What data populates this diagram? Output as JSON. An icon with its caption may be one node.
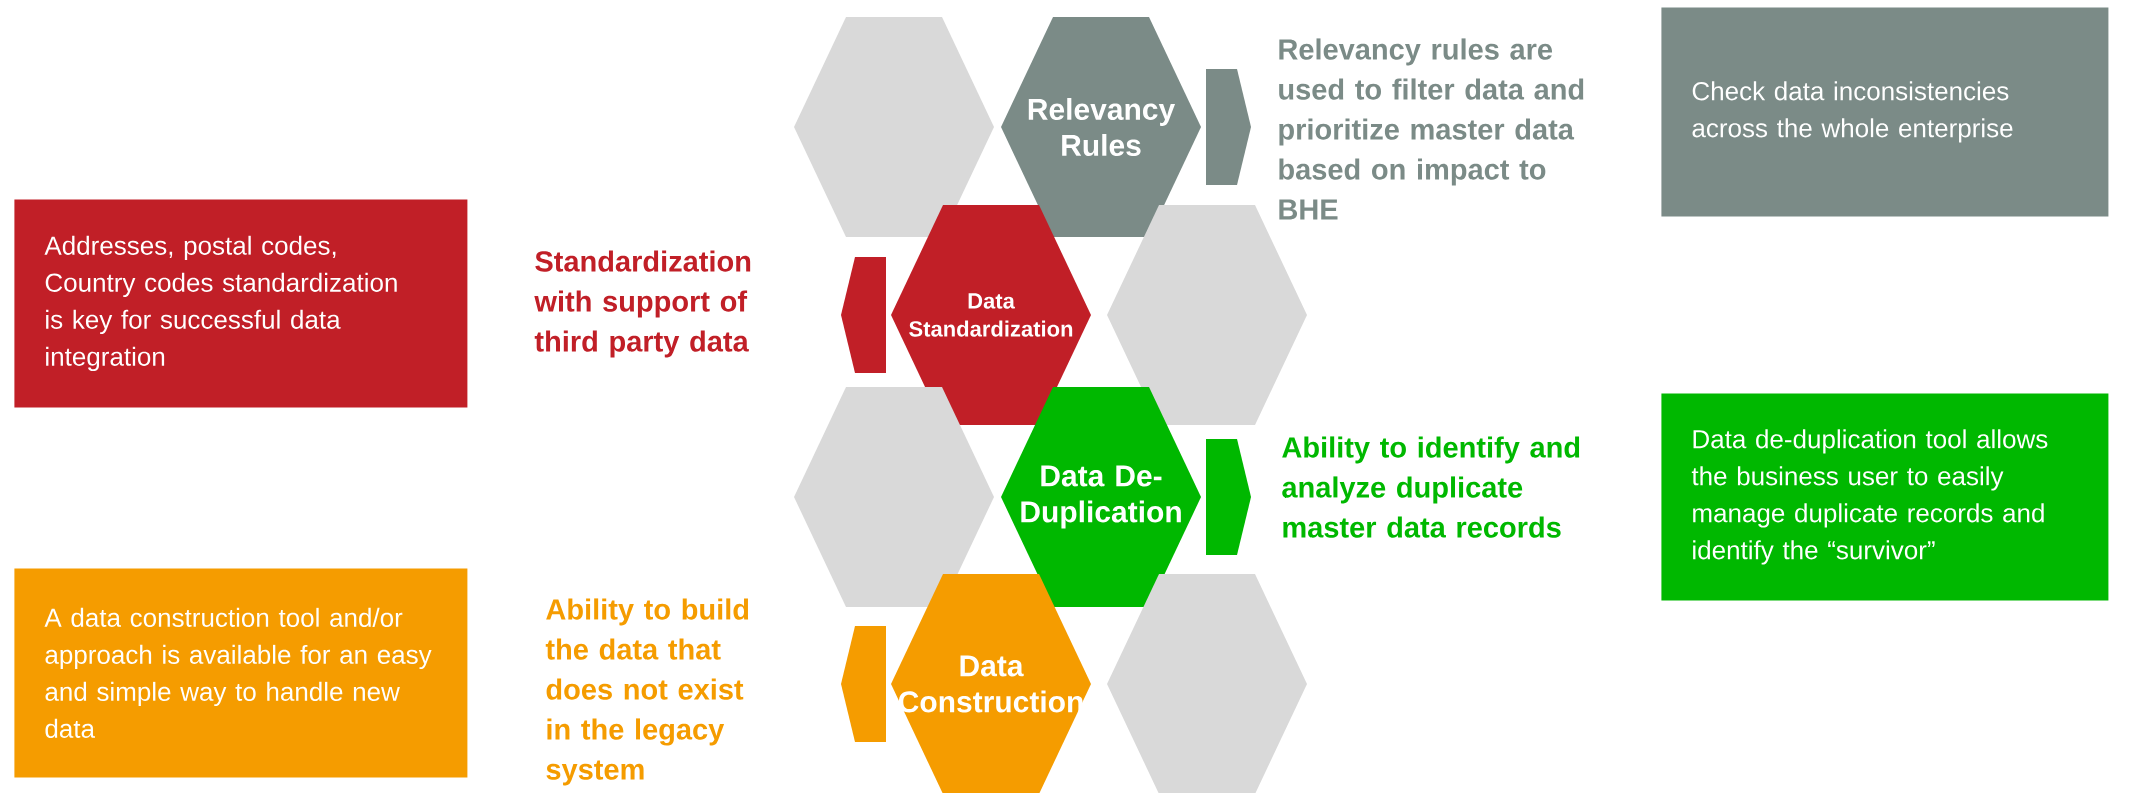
{
  "diagram": {
    "nodes": [
      {
        "text": [],
        "shape": "hexagon"
      },
      {
        "text": [
          "Relevancy Rules"
        ]
      },
      {
        "text": [
          "Check data inconsistencies across the whole enterprise"
        ]
      },
      {
        "text": [
          "Addresses, postal codes, Country codes standardization is key for successful data integration"
        ]
      },
      {
        "text": [
          "Data Standardization"
        ]
      },
      {
        "text": [],
        "shape": "hexagon"
      },
      {
        "text": [],
        "shape": "hexagon"
      },
      {
        "text": [
          "Data De-Duplication"
        ]
      },
      {
        "text": [
          "Data de-duplication tool allows the business user to easily manage duplicate records and identify the “survivor”"
        ]
      },
      {
        "text": [
          "A data construction tool and/or approach is available for an easy and simple way to handle new data"
        ]
      },
      {
        "text": [
          "Data Construction"
        ]
      },
      {
        "text": [],
        "shape": "hexagon"
      }
    ],
    "labels": [
      "Relevancy rules are used to filter data and prioritize master data based on impact to BHE",
      "Standardization with support of third party data",
      "Ability to identify and analyze duplicate master data records",
      "Ability to build the data that does not exist in the legacy system"
    ]
  }
}
